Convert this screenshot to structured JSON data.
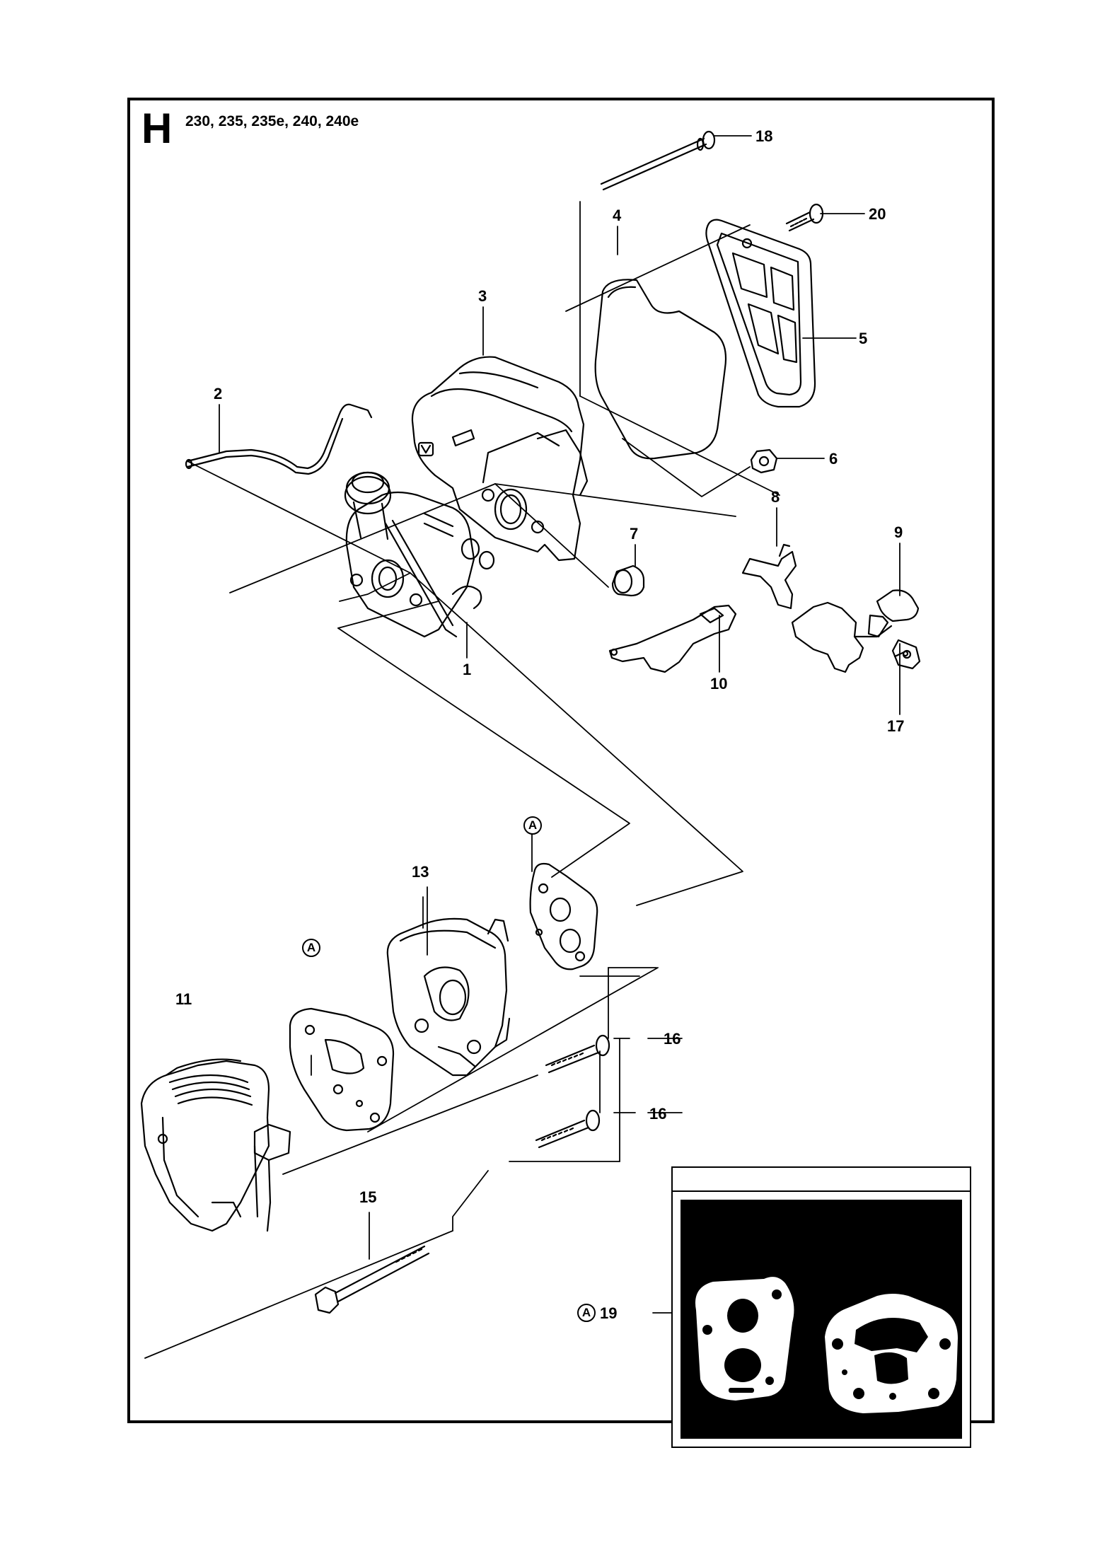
{
  "header": {
    "section": "H",
    "models": "230, 235, 235e, 240, 240e"
  },
  "callouts": {
    "p1": "1",
    "p2": "2",
    "p3": "3",
    "p4": "4",
    "p5": "5",
    "p6": "6",
    "p7": "7",
    "p8": "8",
    "p9": "9",
    "p10": "10",
    "p11": "11",
    "p13": "13",
    "p15": "15",
    "p16a": "16",
    "p16b": "16",
    "p17": "17",
    "p18": "18",
    "p19": "19",
    "p20": "20"
  },
  "markers": {
    "a_upper": "A",
    "a_lower": "A",
    "a_kit": "A"
  },
  "colors": {
    "ink": "#000000",
    "paper": "#ffffff"
  }
}
